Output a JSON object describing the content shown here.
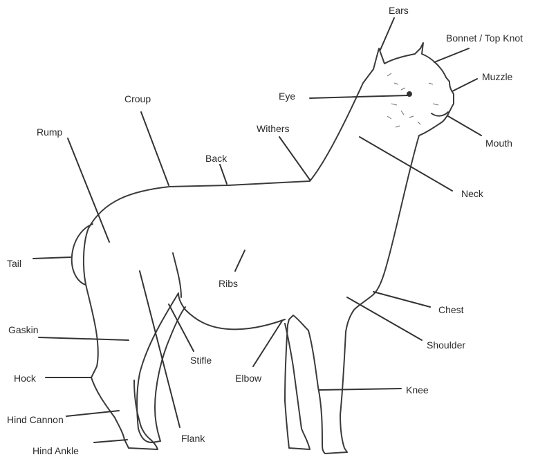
{
  "labels": {
    "ears": "Ears",
    "bonnet": "Bonnet / Top Knot",
    "muzzle": "Muzzle",
    "eye": "Eye",
    "mouth": "Mouth",
    "croup": "Croup",
    "withers": "Withers",
    "rump": "Rump",
    "back": "Back",
    "neck": "Neck",
    "tail": "Tail",
    "ribs": "Ribs",
    "chest": "Chest",
    "gaskin": "Gaskin",
    "shoulder": "Shoulder",
    "stifle": "Stifle",
    "hock": "Hock",
    "elbow": "Elbow",
    "knee": "Knee",
    "hind_cannon": "Hind Cannon",
    "flank": "Flank",
    "hind_ankle": "Hind Ankle"
  },
  "colors": {
    "ink": "#2b2b2b",
    "background": "#ffffff"
  }
}
